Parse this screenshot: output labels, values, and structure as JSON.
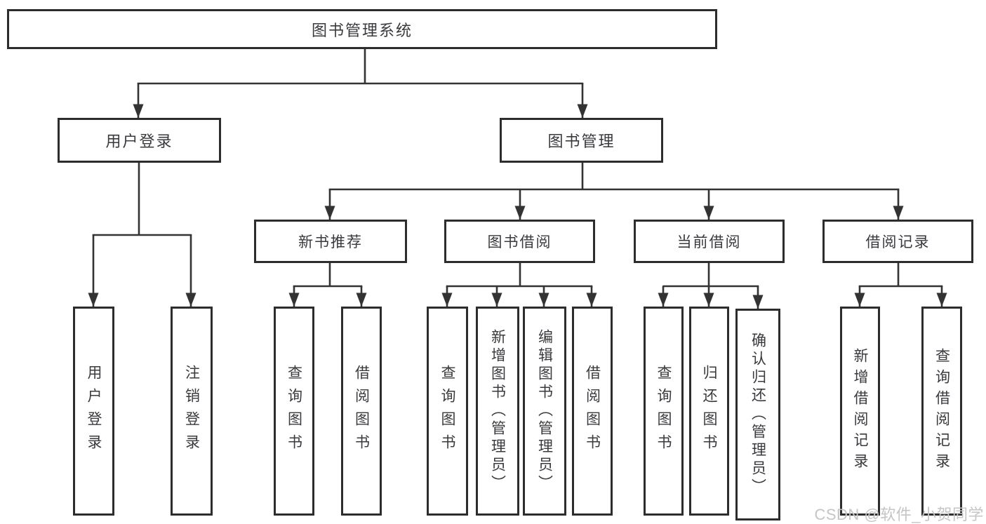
{
  "diagram": {
    "type": "hierarchy-chart",
    "nodes": {
      "root": {
        "label": "图书管理系统",
        "level": 1
      },
      "user_login": {
        "label": "用户登录",
        "level": 2,
        "parent": "图书管理系统"
      },
      "book_management": {
        "label": "图书管理",
        "level": 2,
        "parent": "图书管理系统"
      },
      "new_book_recommend": {
        "label": "新书推荐",
        "level": 3,
        "parent": "图书管理"
      },
      "book_borrow": {
        "label": "图书借阅",
        "level": 3,
        "parent": "图书管理"
      },
      "current_borrow": {
        "label": "当前借阅",
        "level": 3,
        "parent": "图书管理"
      },
      "borrow_records": {
        "label": "借阅记录",
        "level": 3,
        "parent": "图书管理"
      }
    },
    "leaves": [
      {
        "label": "用户登录",
        "parent": "用户登录"
      },
      {
        "label": "注销登录",
        "parent": "用户登录"
      },
      {
        "label": "查询图书",
        "parent": "新书推荐"
      },
      {
        "label": "借阅图书",
        "parent": "新书推荐"
      },
      {
        "label": "查询图书",
        "parent": "图书借阅"
      },
      {
        "label": "新增图书（管理员）",
        "parent": "图书借阅"
      },
      {
        "label": "编辑图书（管理员）",
        "parent": "图书借阅"
      },
      {
        "label": "借阅图书",
        "parent": "图书借阅"
      },
      {
        "label": "查询图书",
        "parent": "当前借阅"
      },
      {
        "label": "归还图书",
        "parent": "当前借阅"
      },
      {
        "label": "确认归还（管理员）",
        "parent": "当前借阅"
      },
      {
        "label": "新增借阅记录",
        "parent": "借阅记录"
      },
      {
        "label": "查询借阅记录",
        "parent": "借阅记录"
      }
    ]
  },
  "watermark": "CSDN @软件_小贺同学",
  "colors": {
    "background": "#ffffff",
    "box_border": "#2d2d2d",
    "connector_line": "#333333",
    "text": "#3a3a3e",
    "watermark": "#c5c5c5"
  }
}
